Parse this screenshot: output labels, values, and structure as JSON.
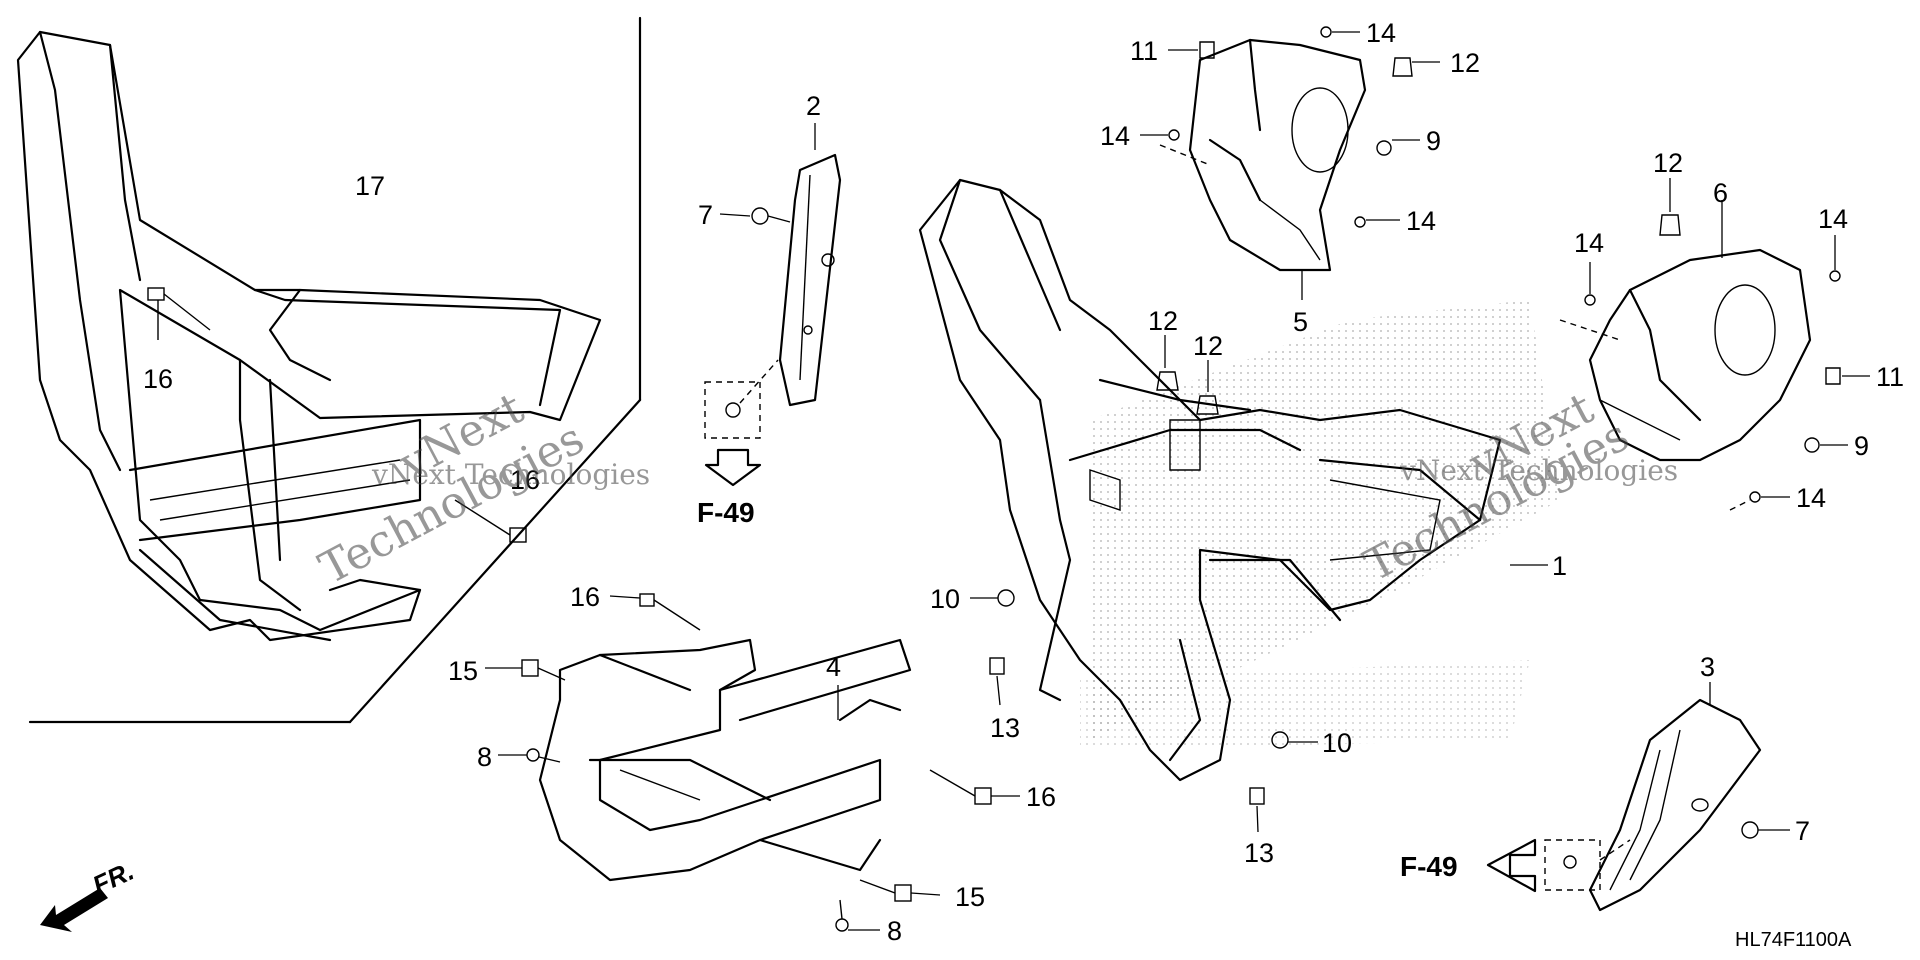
{
  "callouts": [
    "1",
    "2",
    "3",
    "4",
    "5",
    "6",
    "7",
    "8",
    "9",
    "10",
    "11",
    "12",
    "13",
    "14",
    "15",
    "16",
    "17"
  ],
  "refs": {
    "f49": "F-49",
    "front": "FR.",
    "diagram_code": "HL74F1100A"
  },
  "watermark": {
    "brand": "vNext",
    "line1": "vNext Technologies",
    "line2": "Technologies"
  }
}
